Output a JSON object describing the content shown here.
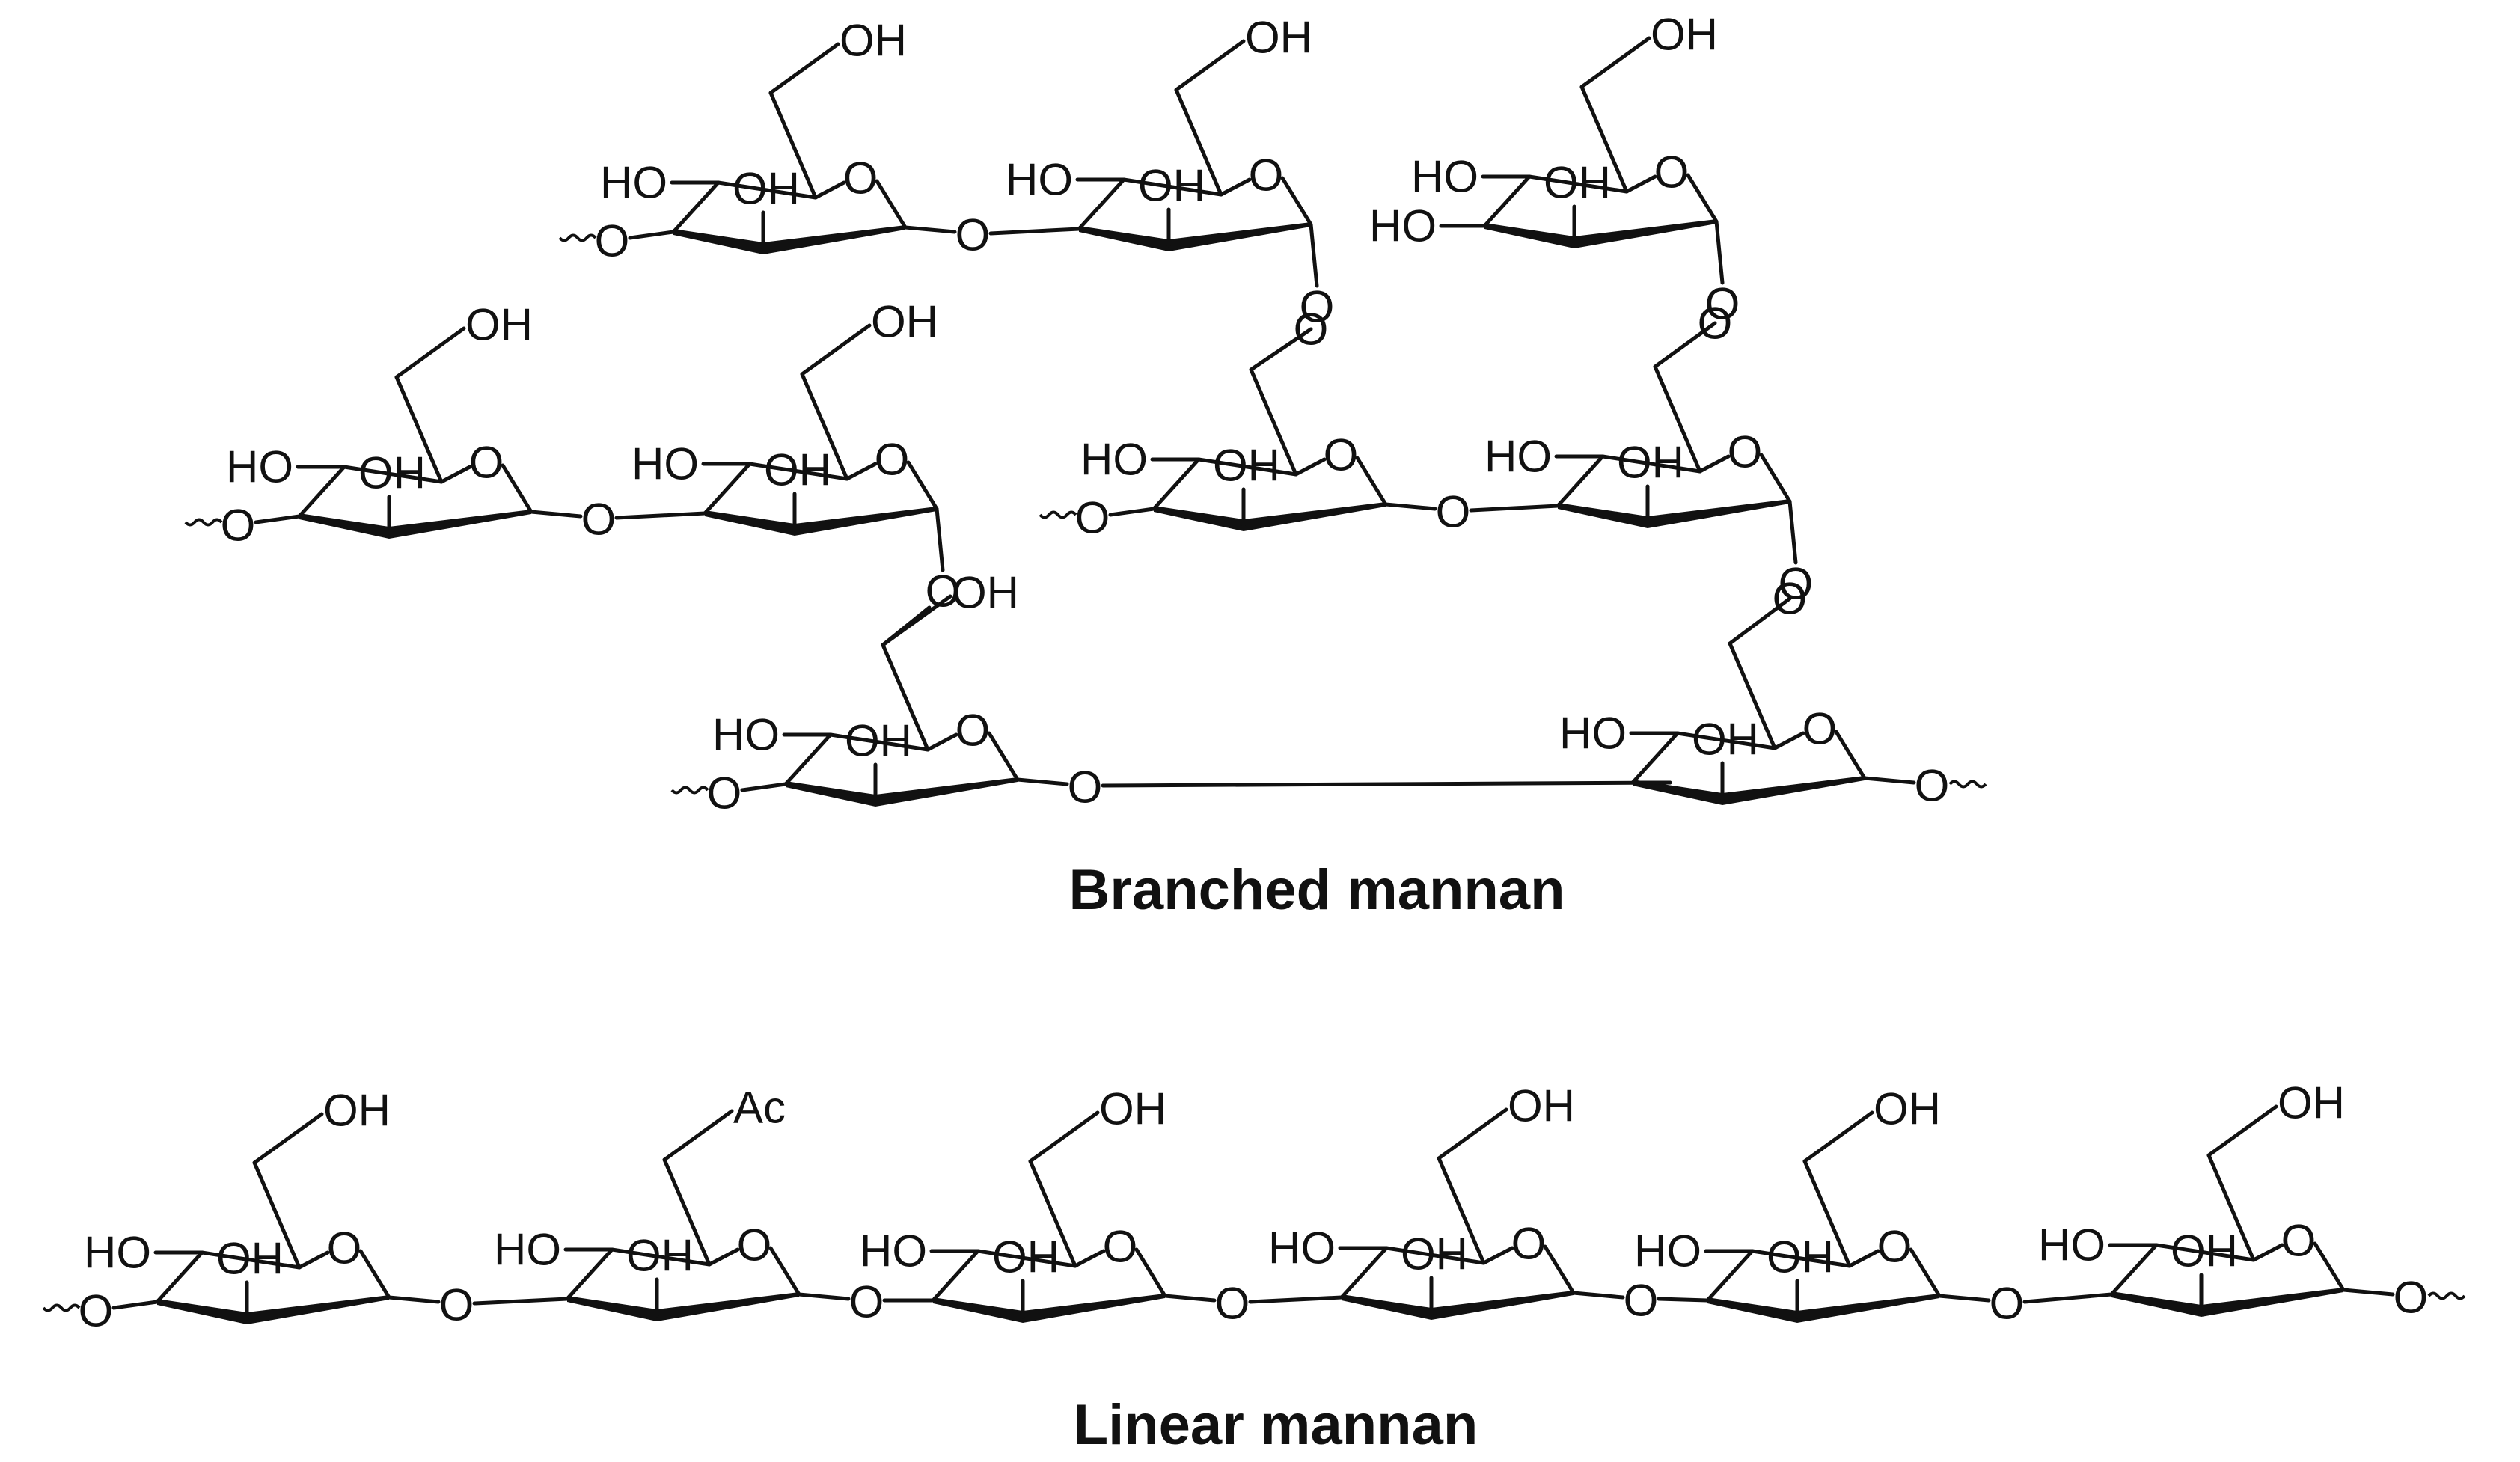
{
  "labels": {
    "oh": "OH",
    "ho": "HO",
    "ring_o": "O",
    "ac": "Ac"
  },
  "branched": {
    "caption": "Branched mannan"
  },
  "linear": {
    "caption": "Linear mannan"
  },
  "colors": {
    "ink": "#111111",
    "background": "#ffffff"
  }
}
